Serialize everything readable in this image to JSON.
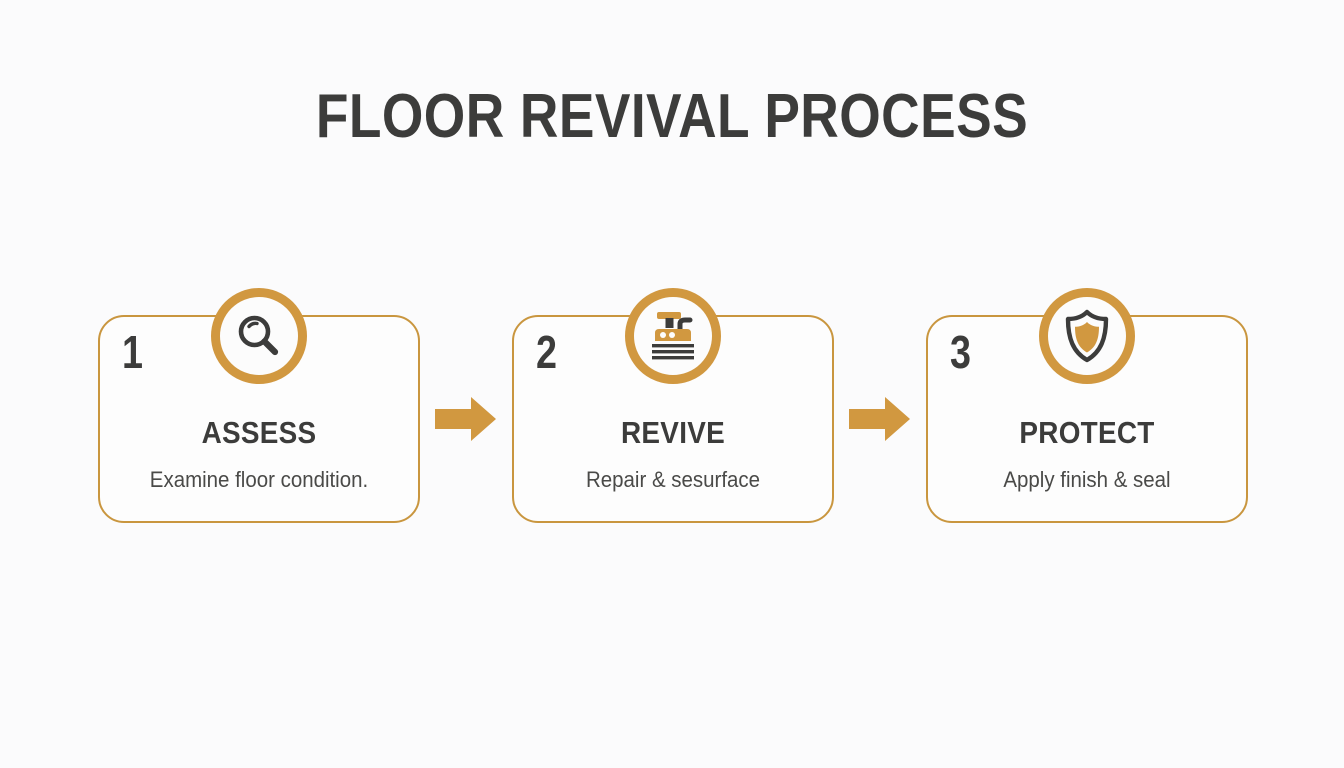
{
  "page": {
    "title": "FLOOR REVIVAL PROCESS",
    "background_color": "#fbfbfc",
    "accent_color": "#d19840",
    "text_color": "#3c3c3b"
  },
  "steps": [
    {
      "number": "1",
      "heading": "ASSESS",
      "description": "Examine floor condition.",
      "icon": "magnifier-icon"
    },
    {
      "number": "2",
      "heading": "REVIVE",
      "description": "Repair & sesurface",
      "icon": "floor-sander-icon"
    },
    {
      "number": "3",
      "heading": "PROTECT",
      "description": "Apply finish & seal",
      "icon": "shield-icon"
    }
  ],
  "connectors": [
    {
      "icon": "arrow-right-icon"
    },
    {
      "icon": "arrow-right-icon"
    }
  ]
}
